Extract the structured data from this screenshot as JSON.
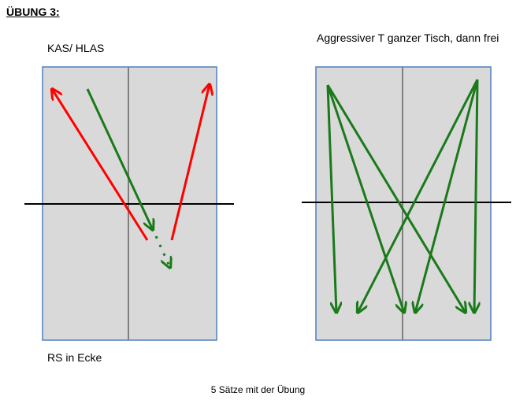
{
  "title": "ÜBUNG 3:",
  "left_diagram": {
    "label": "KAS/ HLAS",
    "bottom_label": "RS in Ecke"
  },
  "right_diagram": {
    "label": "Aggressiver T ganzer Tisch, dann frei"
  },
  "footer": "5 Sätze mit der Übung",
  "colors": {
    "table_fill": "#d9d9d9",
    "table_border": "#4f81bd",
    "center_line": "#7f7f7f",
    "net": "#000000",
    "red_arrow": "#ff0000",
    "green_arrow": "#1a7a1a"
  }
}
